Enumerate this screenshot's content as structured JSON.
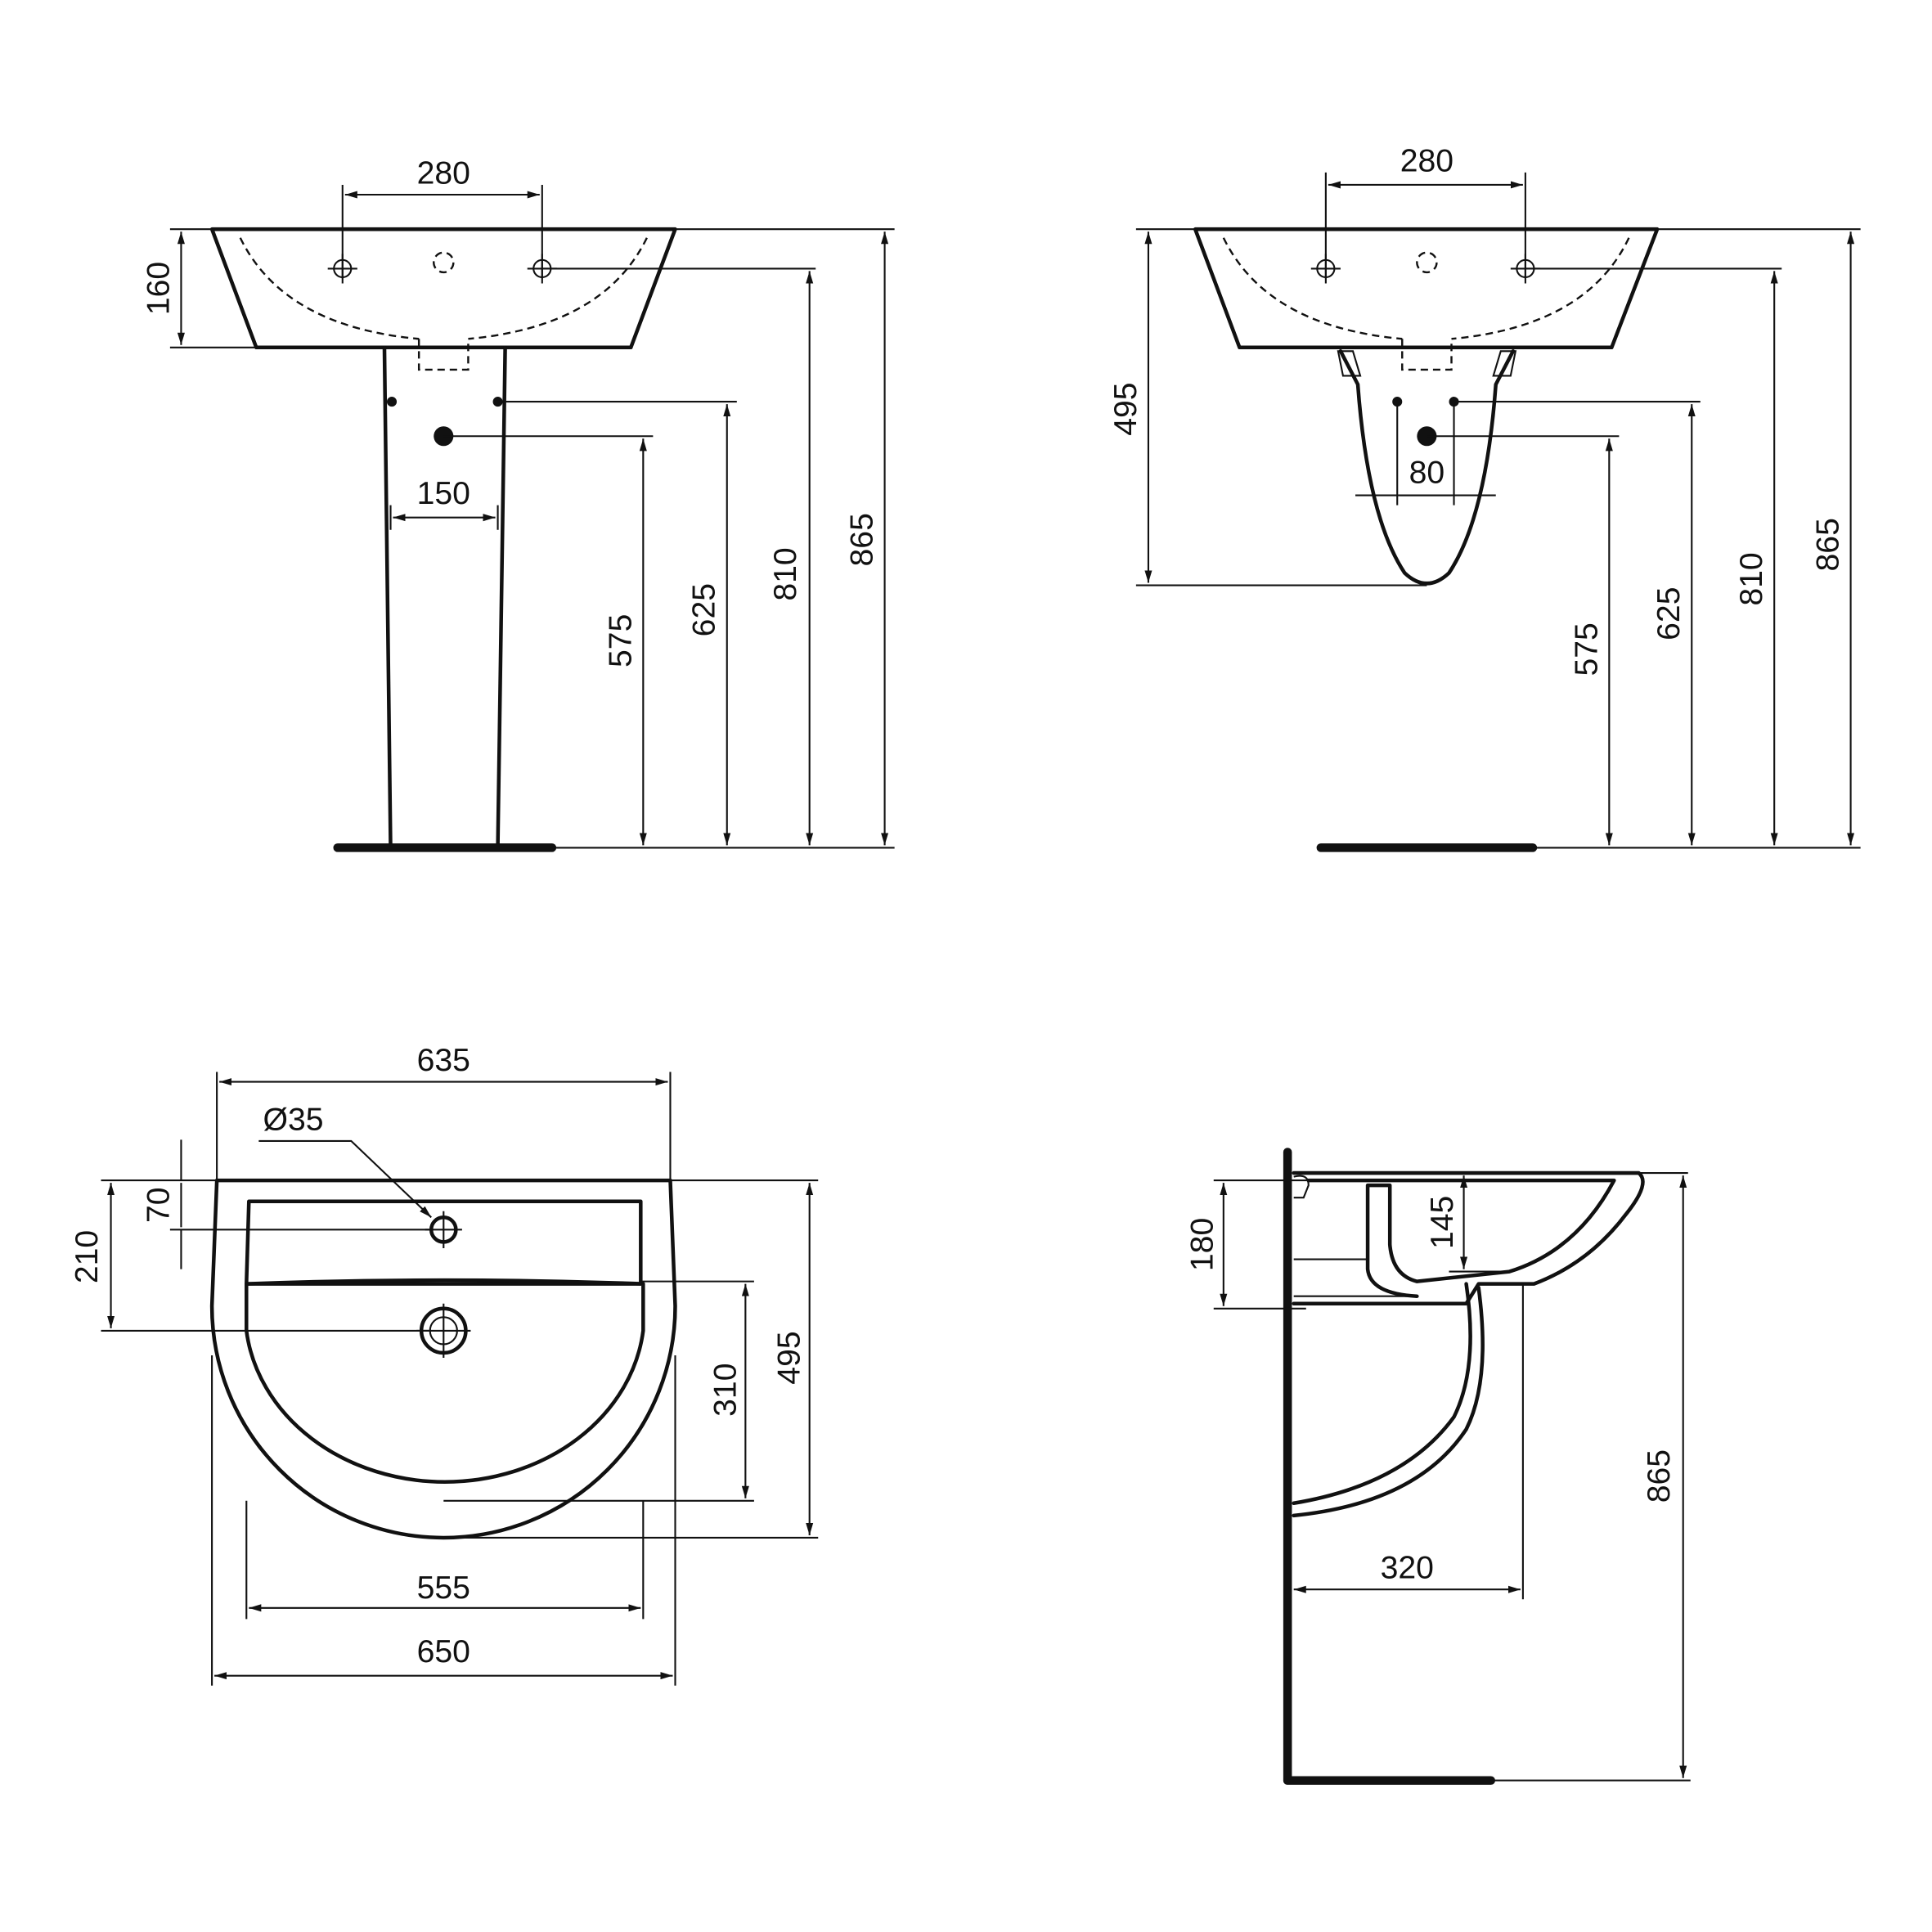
{
  "views": {
    "pedestal_front": {
      "dims": {
        "tap_spacing": "280",
        "basin_depth": "160",
        "pedestal_spacing": "150",
        "h575": "575",
        "h625": "625",
        "h810": "810",
        "h865": "865"
      }
    },
    "semi_pedestal_front": {
      "dims": {
        "tap_spacing": "280",
        "semi_pedestal_height": "495",
        "spacing80": "80",
        "h575": "575",
        "h625": "625",
        "h810": "810",
        "h865": "865"
      }
    },
    "plan": {
      "dims": {
        "w635": "635",
        "hole_dia": "Ø35",
        "d70": "70",
        "d210": "210",
        "d310": "310",
        "d495": "495",
        "w555": "555",
        "w650": "650"
      }
    },
    "side": {
      "dims": {
        "d180": "180",
        "d145": "145",
        "h865": "865",
        "d320": "320"
      }
    }
  }
}
